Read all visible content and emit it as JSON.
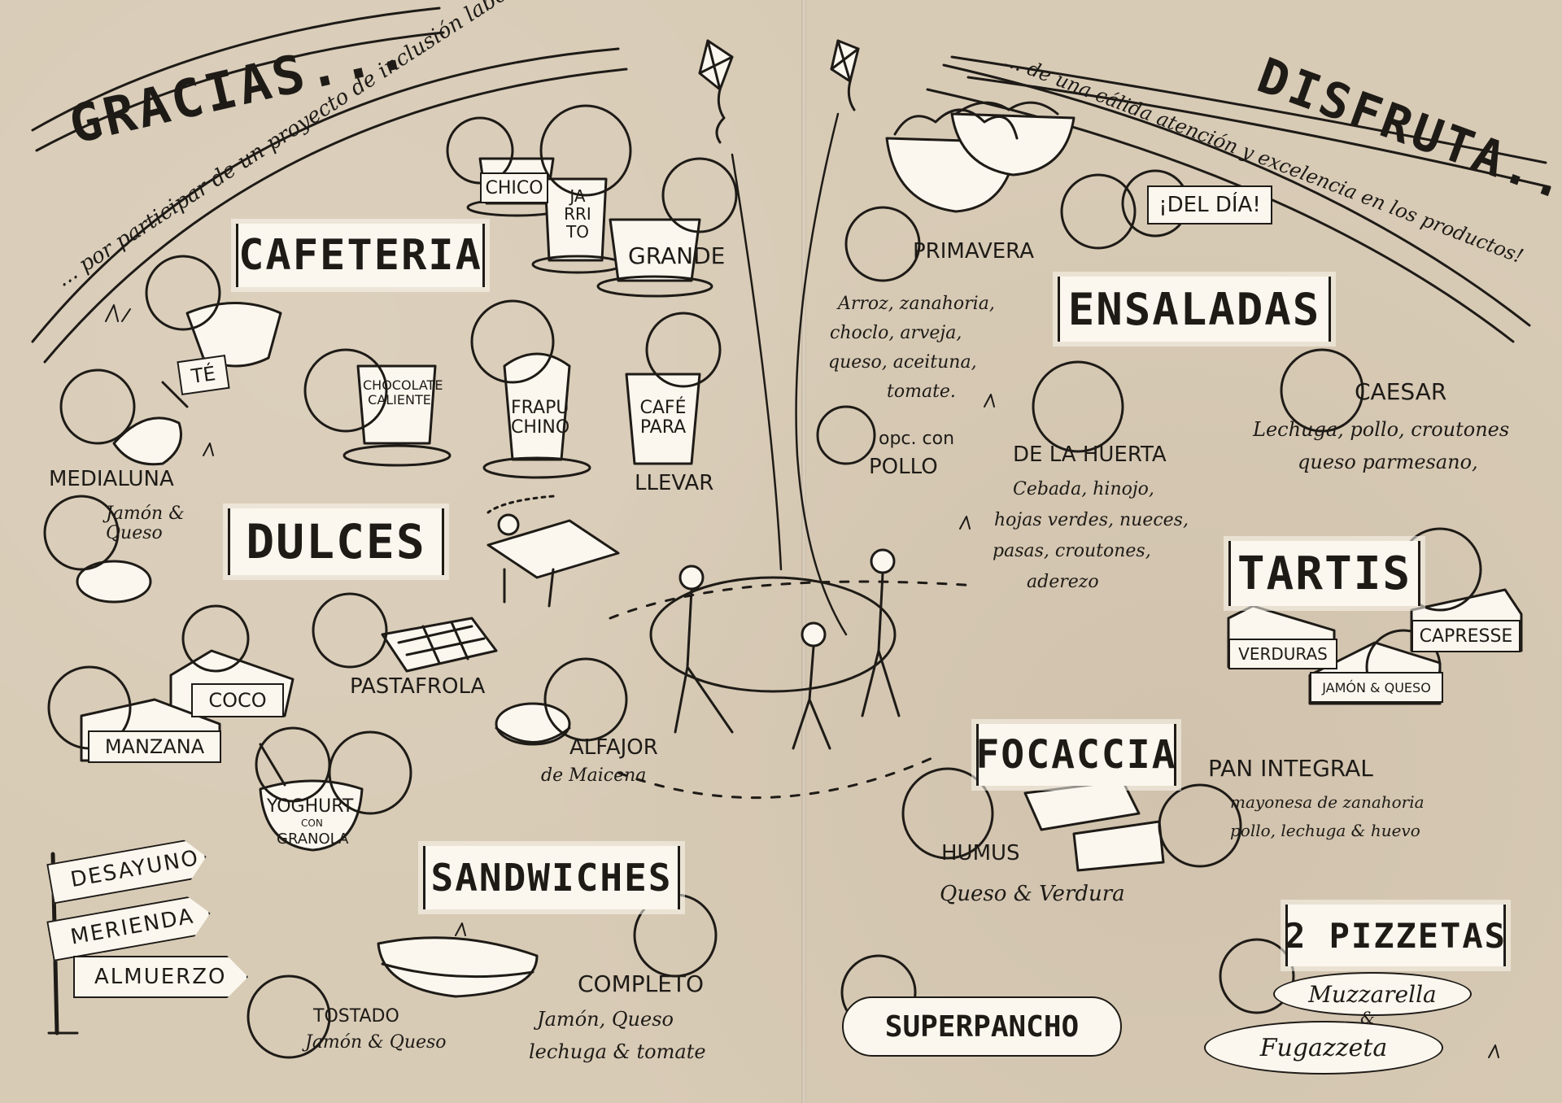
{
  "left_page": {
    "header_title": "GRACIAS...",
    "header_subtitle": "... por participar de un proyecto de inclusión laboral.",
    "cafeteria": {
      "title": "CAFETERIA",
      "sizes": [
        "CHICO",
        "JA RRI TO",
        "GRANDE"
      ],
      "te": "TÉ",
      "chocolate": "CHOCOLATE CALIENTE",
      "frapuchino": "FRAPU CHINO",
      "cafe_para": "CAFÉ PARA",
      "llevar": "LLEVAR",
      "medialuna": "MEDIALUNA",
      "jamon_queso": "Jamón & Queso"
    },
    "dulces": {
      "title": "DULCES",
      "coco": "COCO",
      "manzana": "MANZANA",
      "pastafrola": "PASTAFROLA",
      "alfajor": "ALFAJOR",
      "alfajor_sub": "de Maicena",
      "yoghurt": "YOGHURT",
      "yoghurt_con": "CON",
      "yoghurt_granola": "GRANOLA"
    },
    "signs": [
      "DESAYUNO",
      "MERIENDA",
      "ALMUERZO"
    ],
    "sandwiches": {
      "title": "SANDWICHES",
      "tostado": "TOSTADO",
      "tostado_sub": "Jamón & Queso",
      "completo": "COMPLETO",
      "completo_line1": "Jamón, Queso",
      "completo_line2": "lechuga & tomate"
    }
  },
  "right_page": {
    "header_title": "DISFRUTA...",
    "header_subtitle": "... de una cálida atención y excelencia en los productos!",
    "del_dia": "¡DEL DÍA!",
    "ensaladas": {
      "title": "ENSALADAS",
      "primavera": "PRIMAVERA",
      "primavera_lines": [
        "Arroz, zanahoria,",
        "choclo, arveja,",
        "queso, aceituna,",
        "tomate."
      ],
      "opc_lines": [
        "opc. con",
        "POLLO"
      ],
      "huerta": "DE LA HUERTA",
      "huerta_lines": [
        "Cebada, hinojo,",
        "hojas verdes, nueces,",
        "pasas, croutones,",
        "aderezo"
      ],
      "caesar": "CAESAR",
      "caesar_lines": [
        "Lechuga, pollo, croutones",
        "queso parmesano,"
      ]
    },
    "tartis": {
      "title": "TARTIS",
      "verduras": "VERDURAS",
      "capresse": "CAPRESSE",
      "jamon_queso": "JAMÓN & QUESO"
    },
    "focaccia": {
      "title": "FOCACCIA",
      "humus": "HUMUS",
      "queso_verdura": "Queso & Verdura",
      "pan_integral": "PAN INTEGRAL",
      "pan_lines": [
        "mayonesa de zanahoria",
        "pollo, lechuga & huevo"
      ]
    },
    "pizzetas": {
      "title": "2 PIZZETAS",
      "muzzarella": "Muzzarella",
      "amp": "&",
      "fugazzeta": "Fugazzeta"
    },
    "superpancho": "SUPERPANCHO"
  }
}
